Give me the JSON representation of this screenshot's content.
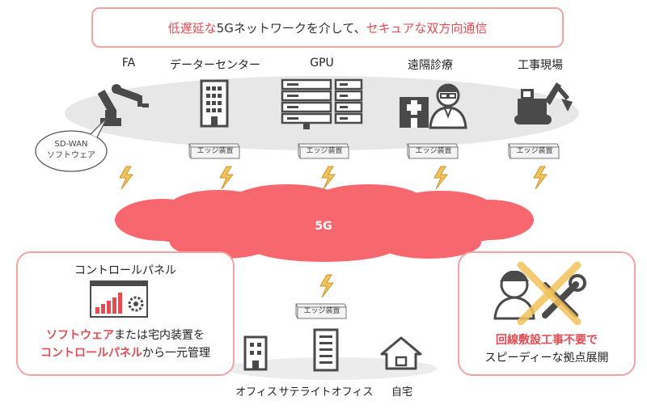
{
  "headline": {
    "highlight_1": "低遅延な",
    "plain_1": "5Gネットワークを介して、",
    "highlight_2": "セキュアな双方向通信"
  },
  "sites": [
    {
      "label": "FA",
      "icon": "robot-arm-icon"
    },
    {
      "label": "データーセンター",
      "icon": "building-icon"
    },
    {
      "label": "GPU",
      "icon": "server-stack-icon"
    },
    {
      "label": "遠隔診療",
      "icon": "doctor-hospital-icon"
    },
    {
      "label": "工事現場",
      "icon": "excavator-icon"
    }
  ],
  "sdwan_bubble": {
    "line1": "SD-WAN",
    "line2": "ソフトウェア"
  },
  "edge_device_label": "エッジ装置",
  "network_label": "5G",
  "left_panel": {
    "title": "コントロールパネル",
    "text1_red": "ソフトウェア",
    "text1_plain": "または宅内装置を",
    "text2_red": "コントロールパネル",
    "text2_plain": "から一元管理"
  },
  "right_panel": {
    "line1": "回線敷設工事不要で",
    "line2": "スピーディーな拠点展開"
  },
  "bottom_sites": [
    {
      "label": "オフィス",
      "icon": "office-building-icon"
    },
    {
      "label": "サテライトオフィス",
      "icon": "tower-building-icon"
    },
    {
      "label": "自宅",
      "icon": "house-icon"
    }
  ],
  "colors": {
    "accent": "#e24d54",
    "cloud": "#f7676e",
    "icon_gray": "#4a4a4a",
    "bolt": "#f3c25a"
  }
}
